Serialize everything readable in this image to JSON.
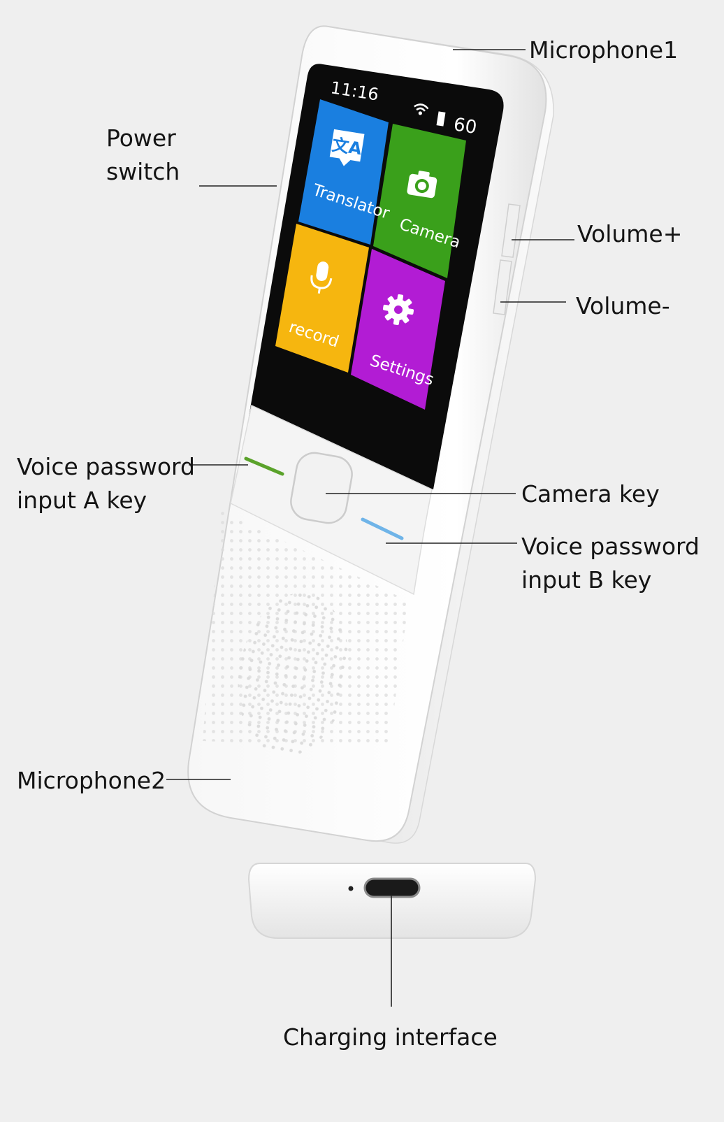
{
  "device": {
    "status_bar": {
      "time": "11:16",
      "battery": "60"
    },
    "tiles": [
      {
        "label": "Translator",
        "icon": "translate-icon",
        "color": "#1a7fe0"
      },
      {
        "label": "Camera",
        "icon": "camera-icon",
        "color": "#3aa01b"
      },
      {
        "label": "record",
        "icon": "microphone-icon",
        "color": "#f6b60f"
      },
      {
        "label": "Settings",
        "icon": "gear-icon",
        "color": "#b21cd4"
      }
    ],
    "key_a_color": "#5aa22a",
    "key_b_color": "#6fb4e8"
  },
  "callouts": {
    "microphone1": "Microphone1",
    "power_switch": [
      "Power",
      "switch"
    ],
    "volume_up": "Volume+",
    "volume_down": "Volume-",
    "voice_a": [
      "Voice password",
      "input A key"
    ],
    "camera_key": "Camera key",
    "voice_b": [
      "Voice password",
      "input B key"
    ],
    "microphone2": "Microphone2",
    "charging": "Charging interface"
  }
}
